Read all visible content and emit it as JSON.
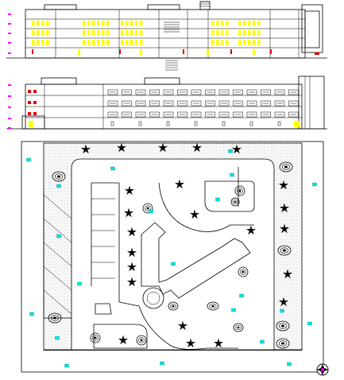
{
  "drawing": {
    "views": [
      "front-elevation",
      "rear-elevation",
      "site-plan"
    ],
    "colors": {
      "line": "#000000",
      "highlight": "#ffff00",
      "marker": "#e00000",
      "annotation": "#ff00ff",
      "label_tag": "#00e5e5"
    },
    "north_arrow": true,
    "tree_symbol": "star-tree-icon",
    "shrub_symbol": "shrub-cluster-icon"
  }
}
